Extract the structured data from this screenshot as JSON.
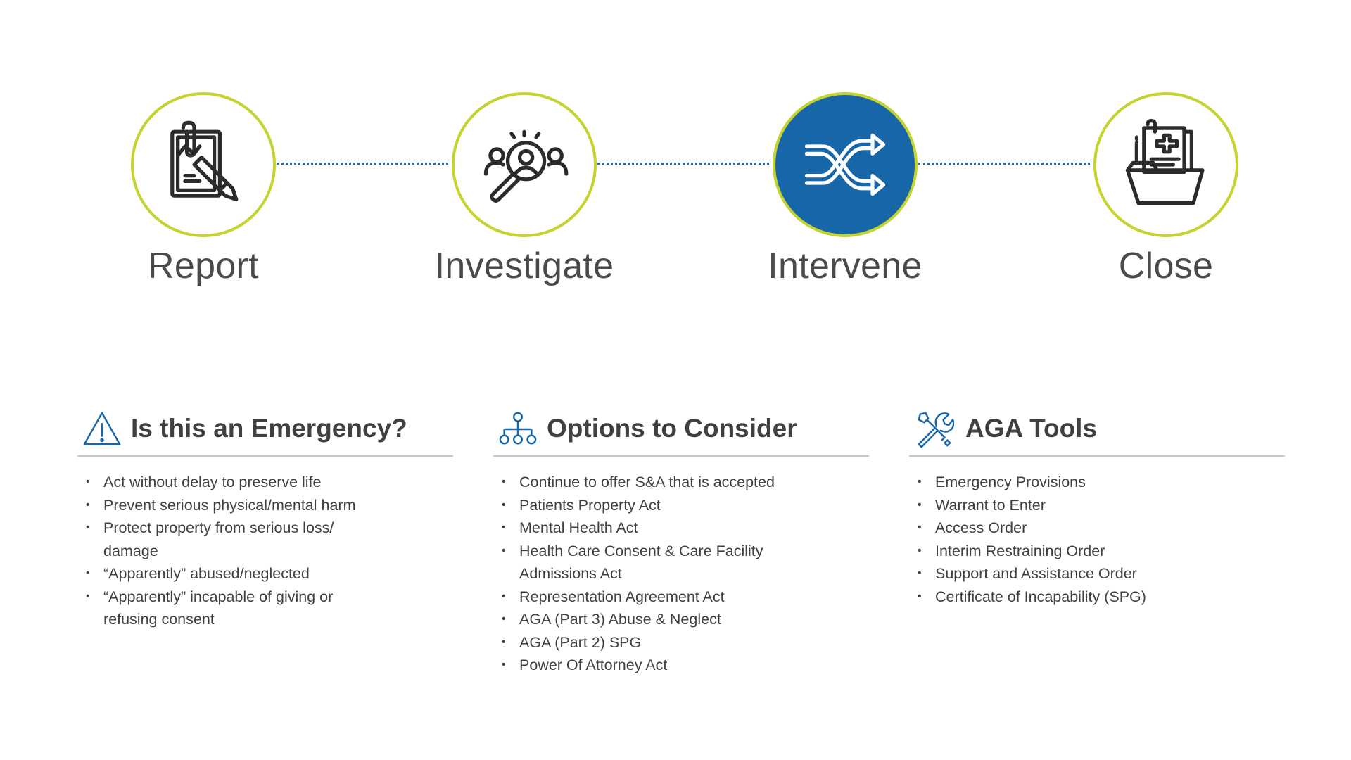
{
  "colors": {
    "ring": "#c5d32e",
    "active_fill": "#1766a8",
    "connector": "#1f6fae",
    "icon_stroke": "#2b2b2b",
    "accent_icon": "#1766a8"
  },
  "process": {
    "steps": [
      {
        "label": "Report",
        "icon": "clipboard-pen-icon",
        "active": false
      },
      {
        "label": "Investigate",
        "icon": "magnifier-people-icon",
        "active": false
      },
      {
        "label": "Intervene",
        "icon": "shuffle-arrows-icon",
        "active": true
      },
      {
        "label": "Close",
        "icon": "medical-folder-icon",
        "active": false
      }
    ]
  },
  "sections": [
    {
      "title": "Is this an Emergency?",
      "icon": "warning-triangle-icon",
      "items": [
        "Act without delay to preserve life",
        "Prevent serious physical/mental harm",
        "Protect property from serious loss/ damage",
        "“Apparently” abused/neglected",
        "“Apparently” incapable of giving or refusing consent"
      ]
    },
    {
      "title": "Options to Consider",
      "icon": "org-chart-icon",
      "items": [
        "Continue to offer S&A that is accepted",
        "Patients Property Act",
        "Mental Health Act",
        "Health Care Consent & Care Facility Admissions Act",
        "Representation Agreement Act",
        "AGA (Part 3) Abuse & Neglect",
        "AGA (Part 2) SPG",
        "Power Of Attorney Act"
      ]
    },
    {
      "title": "AGA Tools",
      "icon": "wrench-screwdriver-icon",
      "items": [
        "Emergency Provisions",
        "Warrant to Enter",
        "Access Order",
        "Interim Restraining Order",
        "Support and Assistance Order",
        "Certificate of Incapability (SPG)"
      ]
    }
  ]
}
